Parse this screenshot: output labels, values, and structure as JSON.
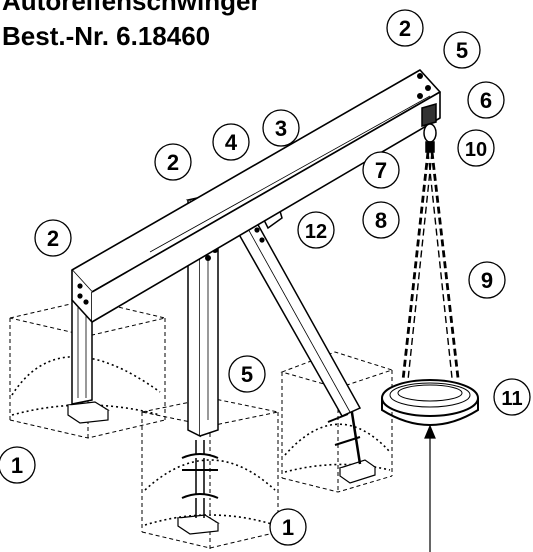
{
  "title": {
    "line1": "Autoreifenschwinger",
    "line2": "Best.-Nr. 6.18460"
  },
  "callouts": [
    "2",
    "5",
    "3",
    "6",
    "4",
    "2",
    "10",
    "7",
    "8",
    "12",
    "2",
    "9",
    "5",
    "11",
    "1",
    "1"
  ],
  "colors": {
    "ink": "#000000",
    "background": "#ffffff"
  }
}
